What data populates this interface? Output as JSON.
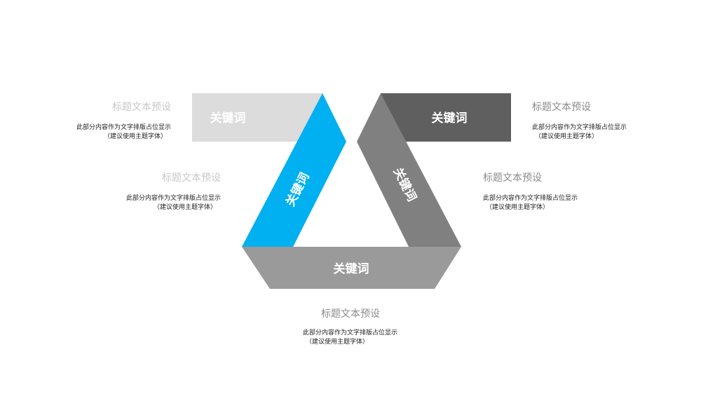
{
  "colors": {
    "top_left_band": "#dcdcdc",
    "left_diagonal": "#00b0f0",
    "top_right_band": "#5f5f5f",
    "right_diagonal": "#808080",
    "bottom_band": "#9a9a9a"
  },
  "keywords": {
    "top_left": "关键词",
    "left_diagonal": "关键词",
    "top_right": "关键词",
    "right_diagonal": "关键词",
    "bottom": "关键词"
  },
  "blocks": [
    {
      "title": "标题文本预设",
      "line1": "此部分内容作为文字排版占位显示",
      "line2": "（建议使用主题字体）"
    },
    {
      "title": "标题文本预设",
      "line1": "此部分内容作为文字排版占位显示",
      "line2": "（建议使用主题字体）"
    },
    {
      "title": "标题文本预设",
      "line1": "此部分内容作为文字排版占位显示",
      "line2": "（建议使用主题字体）"
    },
    {
      "title": "标题文本预设",
      "line1": "此部分内容作为文字排版占位显示",
      "line2": "（建议使用主题字体）"
    },
    {
      "title": "标题文本预设",
      "line1": "此部分内容作为文字排版占位显示",
      "line2": "（建议使用主题字体）"
    }
  ]
}
